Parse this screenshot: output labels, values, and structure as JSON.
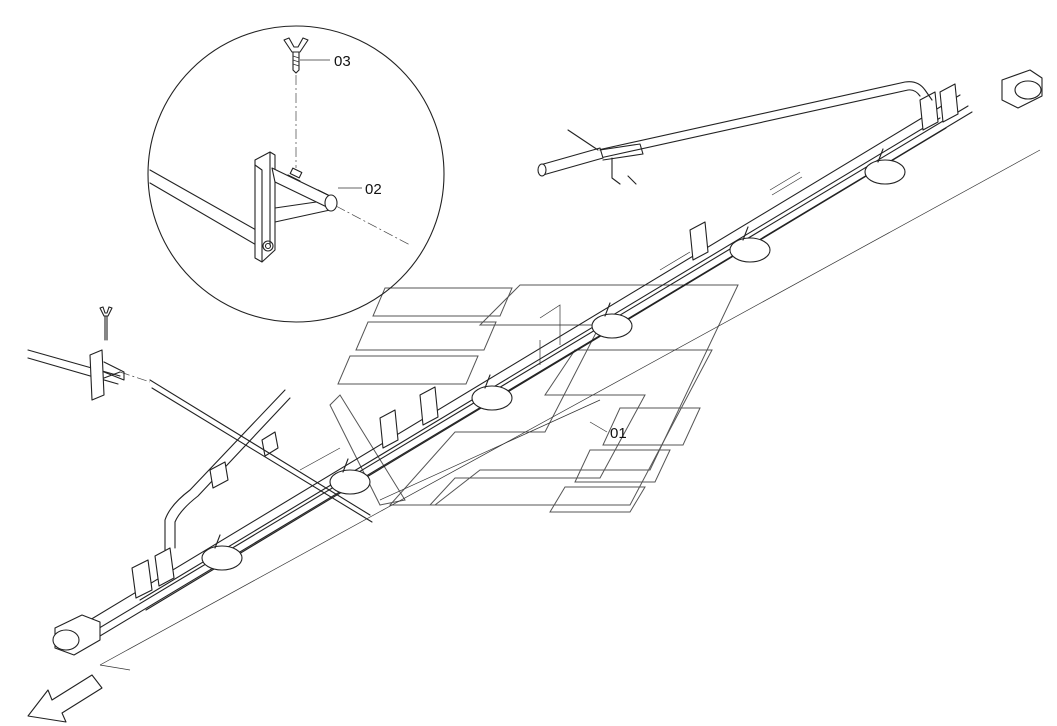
{
  "callouts": {
    "part_01": "01",
    "part_02": "02",
    "part_03": "03"
  },
  "icons": {
    "direction_arrow": "direction-arrow-icon",
    "wing_nut": "wing-nut-icon"
  },
  "colors": {
    "line": "#222222",
    "background": "#ffffff"
  }
}
